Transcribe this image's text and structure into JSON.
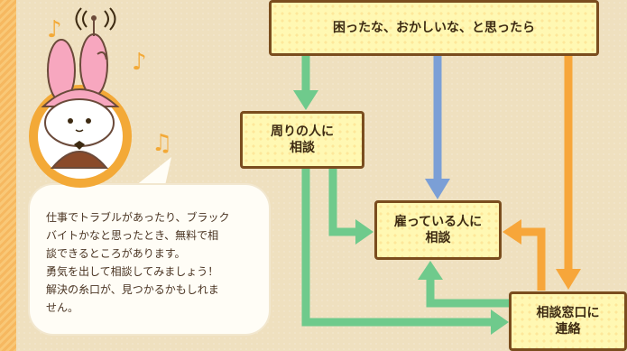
{
  "flow": {
    "top_box": "困ったな、おかしいな、と思ったら",
    "around_box": [
      "周りの人に",
      "相談"
    ],
    "employer_box": [
      "雇っている人に",
      "相談"
    ],
    "window_box": [
      "相談窓口に",
      "連絡"
    ]
  },
  "advice": {
    "lines": [
      "仕事でトラブルがあったり、ブラック",
      "バイトかなと思ったとき、無料で相",
      "談できるところがあります。",
      "勇気を出して相談してみましょう！",
      "解決の糸口が、見つかるかもしれま",
      "せん。"
    ]
  },
  "colors": {
    "green_arrow": "#6fca8c",
    "blue_arrow": "#7b9fd6",
    "orange_arrow": "#f7a63a",
    "box_border": "#7a4d1e",
    "box_fill": "#fff8b3",
    "panel": "#efe0bf"
  },
  "icons": [
    "music-note-icon",
    "radio-wave-icon",
    "rabbit-mascot"
  ]
}
